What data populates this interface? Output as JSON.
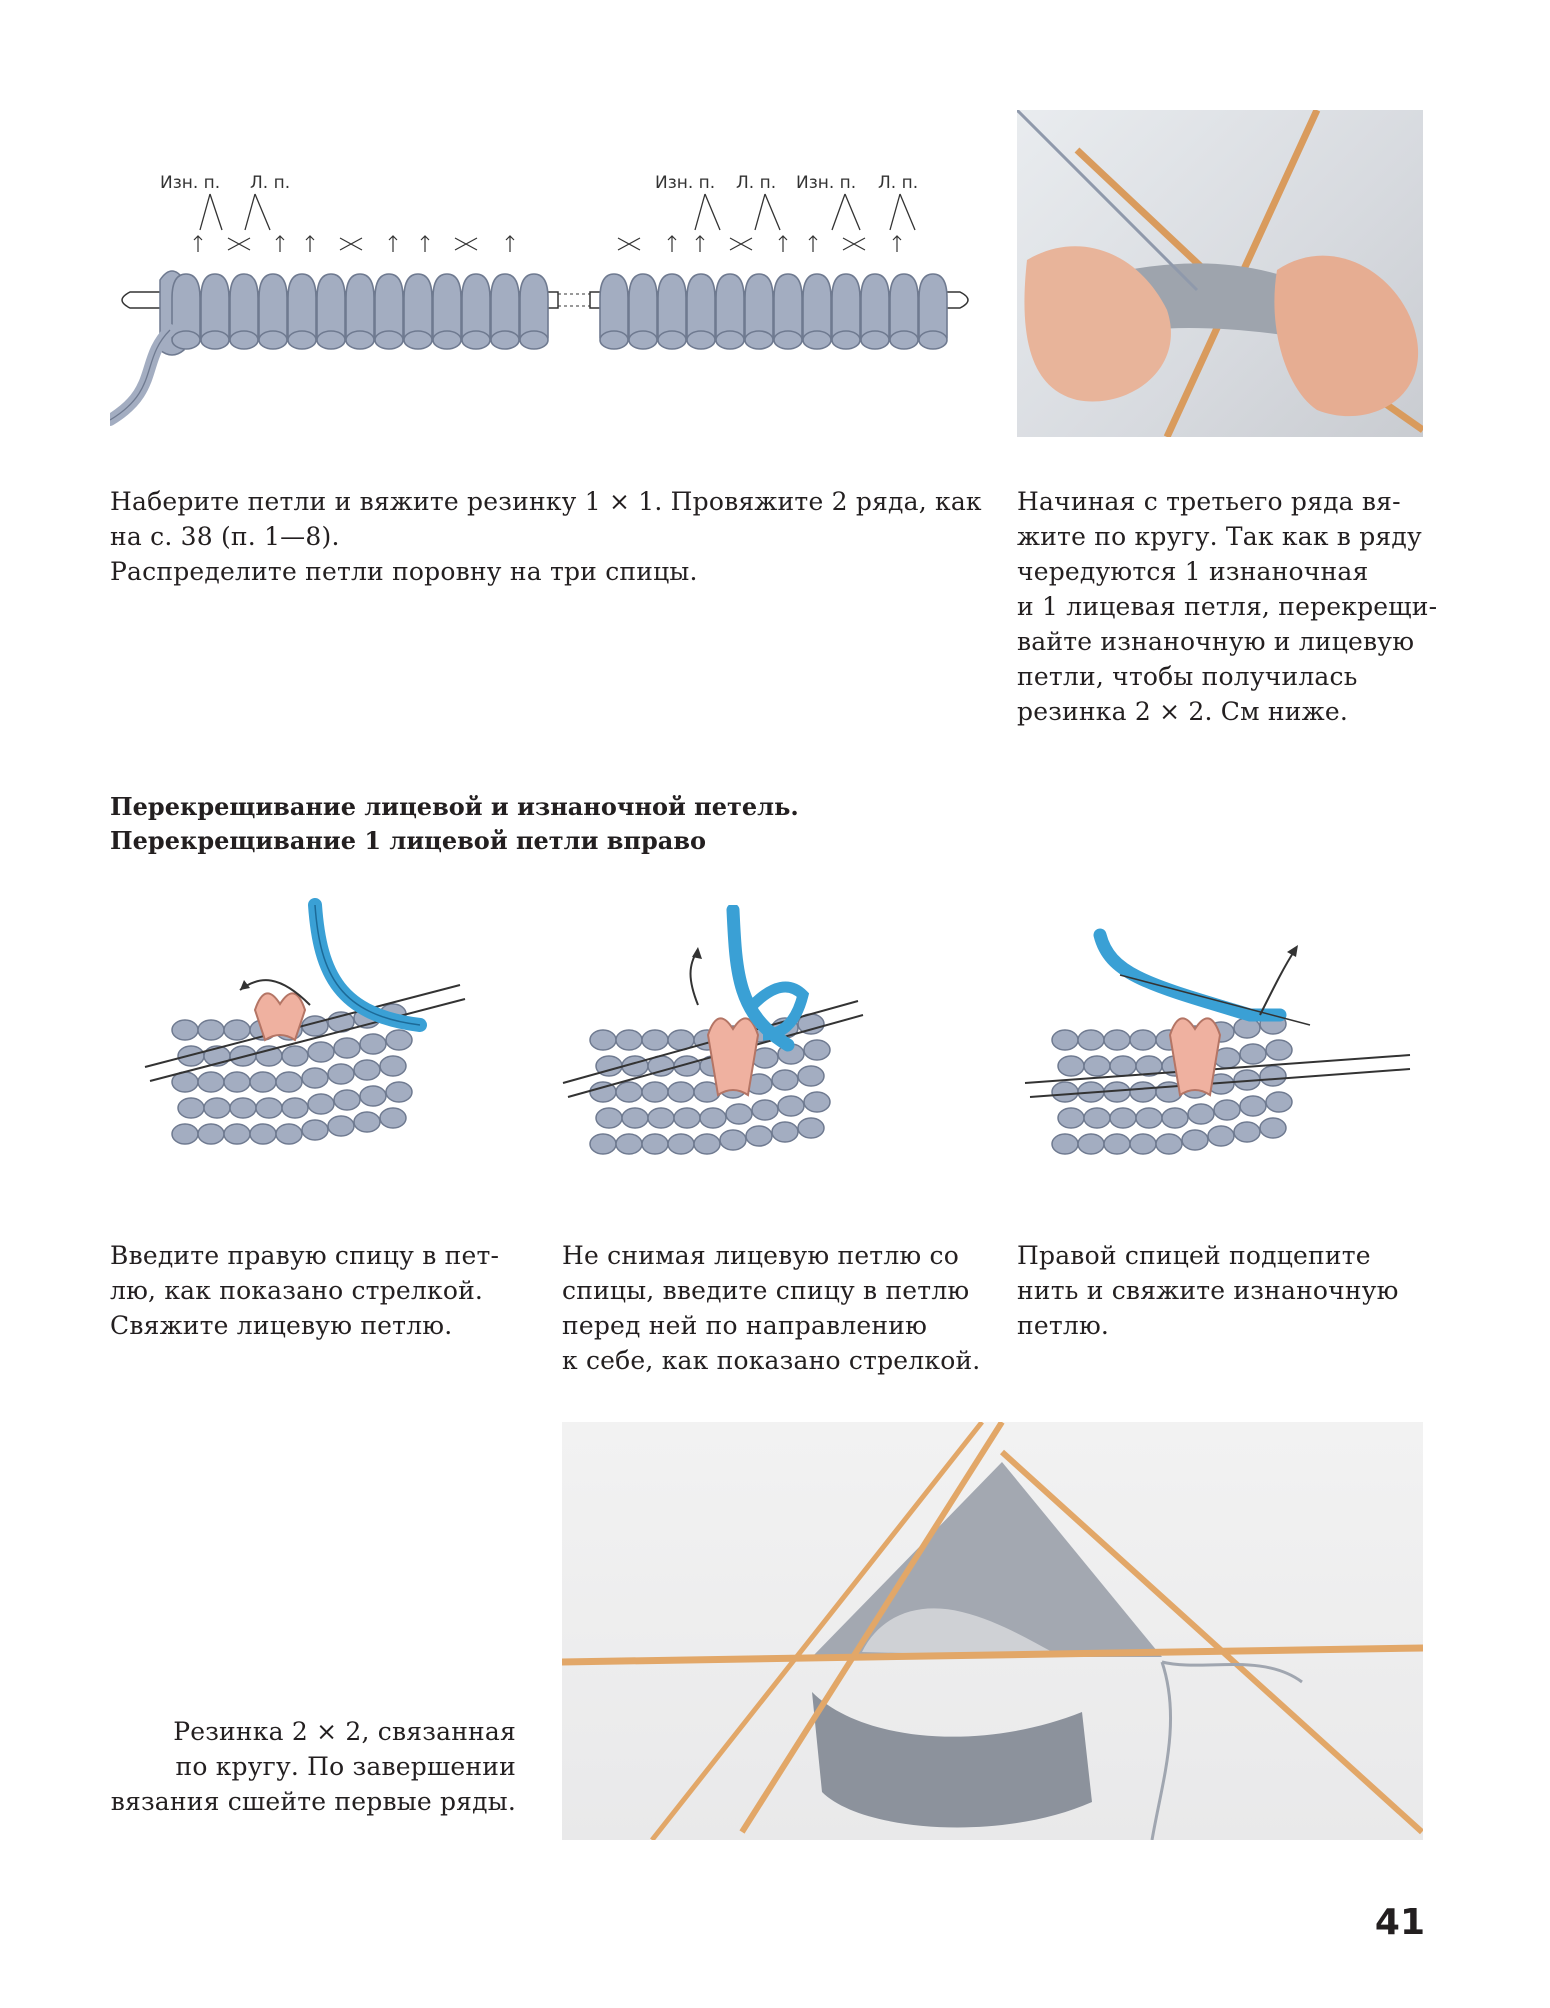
{
  "diagram_top": {
    "labels_left": [
      "Изн. п.",
      "Л. п."
    ],
    "labels_right": [
      "Изн. п.",
      "Л. п.",
      "Изн. п.",
      "Л. п."
    ]
  },
  "intro_left": [
    "Наберите петли и вяжите резинку 1 × 1. Провяжите 2 ряда, как",
    "на с. 38 (п. 1—8).",
    "Распределите петли поровну на три спицы."
  ],
  "intro_right": [
    "Начиная с третьего ряда вя-",
    "жите по кругу. Так как в ряду",
    "чередуются 1 изнаночная",
    "и 1 лицевая петля, перекрещи-",
    "вайте изнаночную и лицевую",
    "петли, чтобы получилась",
    "резинка 2 × 2. См ниже."
  ],
  "section_heading": [
    "Перекрещивание лицевой и изнаночной петель.",
    "Перекрещивание 1 лицевой петли вправо"
  ],
  "steps": [
    {
      "lines": [
        "Введите правую спицу в пет-",
        "лю, как показано стрелкой.",
        "Свяжите лицевую петлю."
      ]
    },
    {
      "lines": [
        "Не снимая лицевую петлю со",
        "спицы, введите спицу в петлю",
        "перед ней по направлению",
        "к себе, как показано стрелкой."
      ]
    },
    {
      "lines": [
        "Правой спицей подцепите",
        "нить и свяжите изнаночную",
        "петлю."
      ]
    }
  ],
  "caption_bottom": [
    "Резинка 2 × 2, связанная",
    "по кругу. По завершении",
    "вязания сшейте первые ряды."
  ],
  "page_number": "41",
  "colors": {
    "yarn": "#a3adc1",
    "yarn_dark": "#6f7a90",
    "blue": "#3aa0d5",
    "pink": "#efb1a0",
    "needle": "#e2a768"
  }
}
